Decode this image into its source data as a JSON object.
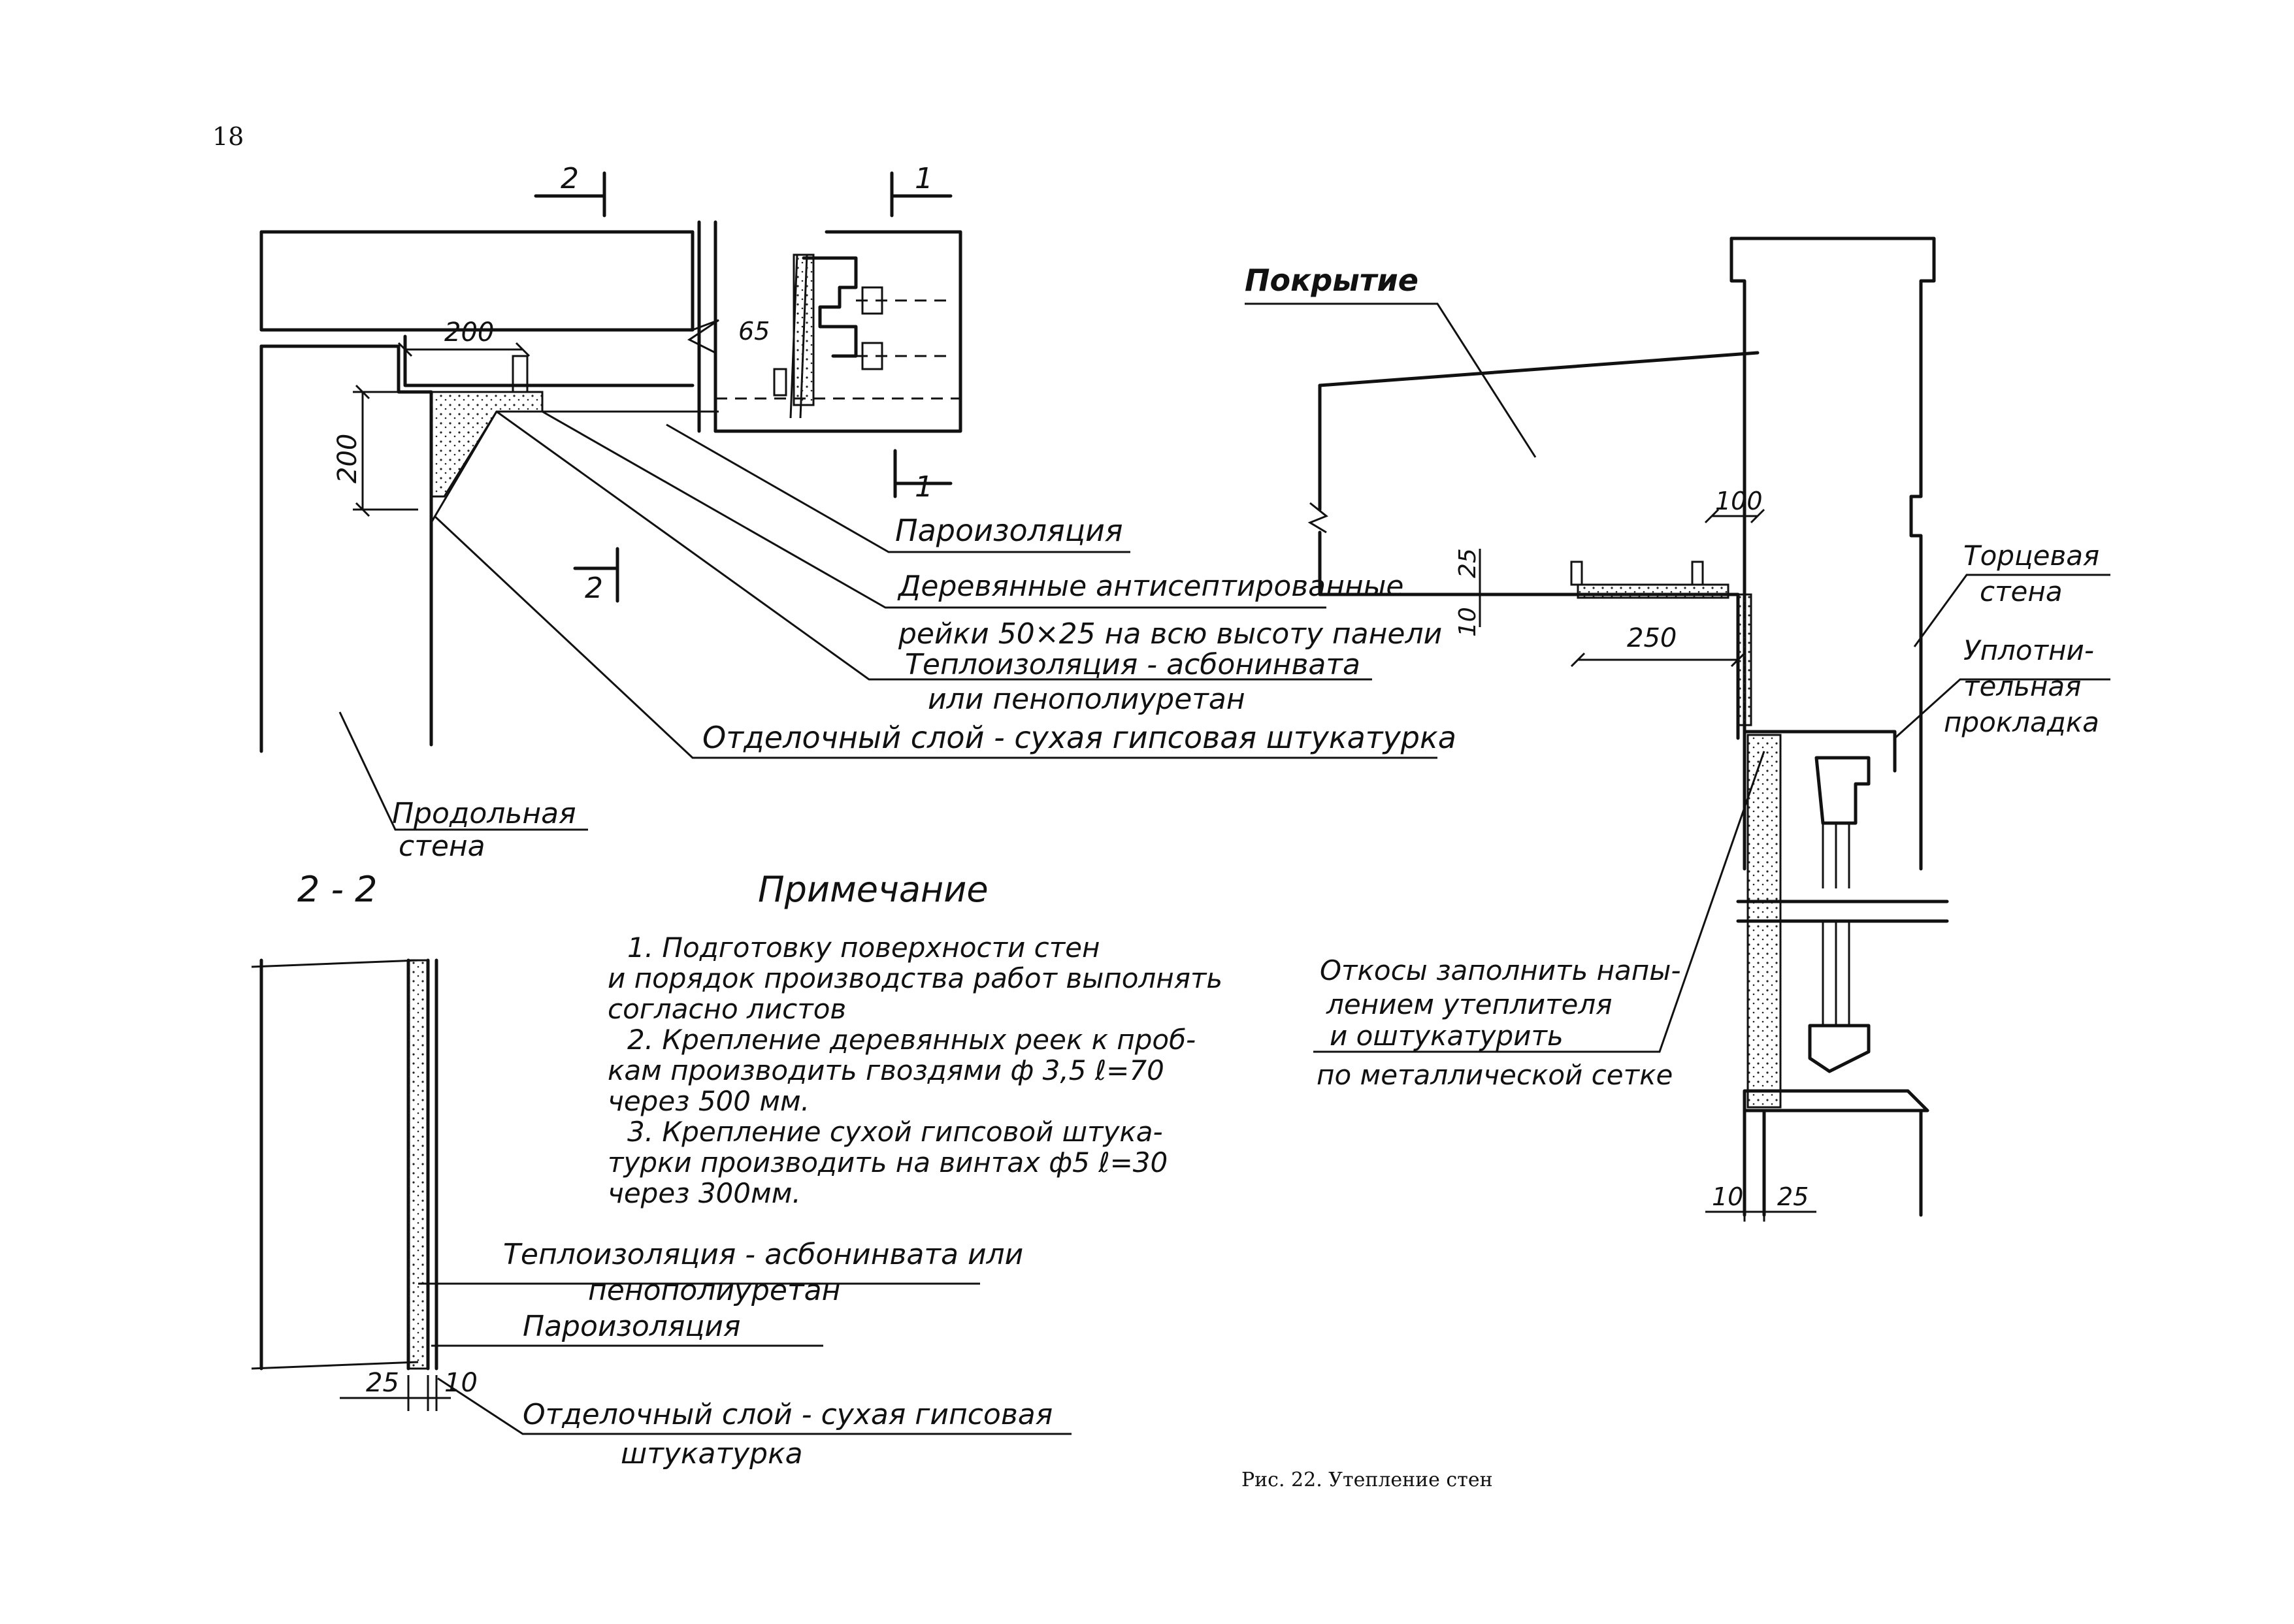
{
  "page_number": "18",
  "caption": "Рис. 22. Утепление стен",
  "section_marks": {
    "s2": "2",
    "s1": "1",
    "s2_bottom": "2",
    "s1_bottom": "1"
  },
  "section_title": "2 - 2",
  "dims": {
    "d200_h": "200",
    "d200_v": "200",
    "d65": "65",
    "d100": "100",
    "d25_v": "25",
    "d10_v": "10",
    "d250": "250",
    "d10_b": "10",
    "d25_b": "25",
    "d25_s": "25",
    "d10_s": "10"
  },
  "labels": {
    "paroizol": "Пароизоляция",
    "reiki_1": "Деревянные антисептированные",
    "reiki_2": "рейки 50×25 на всю высоту панели",
    "teplo_1": "Теплоизоляция - асбонинвата",
    "teplo_2": "или пенополиуретан",
    "otdel": "Отделочный слой - сухая гипсовая штукатурка",
    "prod_1": "Продольная",
    "prod_2": "стена",
    "pokryt": "Покрытие",
    "torc_1": "Торцевая",
    "torc_2": "стена",
    "uplot_1": "Уплотни-",
    "uplot_2": "тельная",
    "uplot_3": "прокладка",
    "otkos_1": "Откосы заполнить напы-",
    "otkos_2": "лением утеплителя",
    "otkos_3": "и оштукатурить",
    "otkos_4": "по металлической сетке",
    "s_teplo_1": "Теплоизоляция - асбонинвата или",
    "s_teplo_2": "пенополиуретан",
    "s_paroizol": "Пароизоляция",
    "s_otdel_1": "Отделочный слой - сухая гипсовая",
    "s_otdel_2": "штукатурка"
  },
  "notes": {
    "title": "Примечание",
    "lines": [
      "1. Подготовку поверхности стен",
      "и порядок производства работ выполнять",
      "согласно листов",
      "2. Крепление деревянных реек к проб-",
      "кам производить гвоздями ф 3,5 ℓ=70",
      "через 500 мм.",
      "3. Крепление сухой гипсовой штука-",
      "турки производить на винтах ф5 ℓ=30",
      "через 300мм."
    ]
  }
}
